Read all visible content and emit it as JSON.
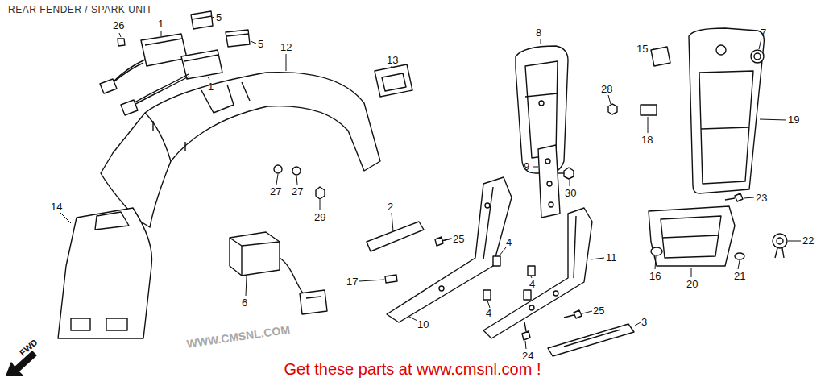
{
  "diagram": {
    "title": "REAR FENDER / SPARK UNIT",
    "caption": "Get these parts at www.cmsnl.com !",
    "labels": [
      "26",
      "1",
      "5",
      "5",
      "1",
      "12",
      "13",
      "8",
      "15",
      "7",
      "28",
      "19",
      "18",
      "9",
      "30",
      "23",
      "2",
      "25",
      "4",
      "27",
      "27",
      "29",
      "14",
      "22",
      "11",
      "16",
      "20",
      "21",
      "6",
      "17",
      "4",
      "3",
      "4",
      "10",
      "25",
      "24",
      "FWD",
      "WWW.CMSNL.COM"
    ]
  }
}
